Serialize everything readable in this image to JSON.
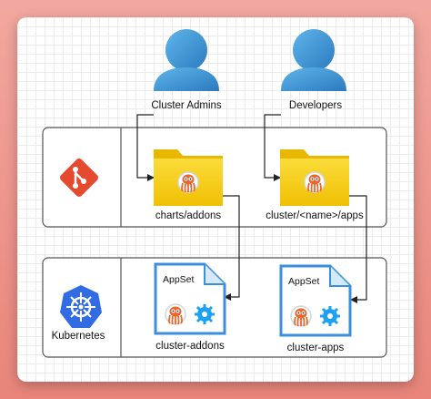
{
  "actors": {
    "admins": "Cluster Admins",
    "developers": "Developers"
  },
  "folders": {
    "addons": "charts/addons",
    "apps": "cluster/<name>/apps"
  },
  "appsets": {
    "badge": "AppSet",
    "addons": "cluster-addons",
    "apps": "cluster-apps"
  },
  "rows": {
    "kubernetes": "Kubernetes"
  },
  "colors": {
    "user": "#3a8fd0",
    "git": "#e64a2e",
    "folder": "#f7cf0f",
    "kubernetes": "#326ce5",
    "doc_border": "#3b8fdc",
    "argo_orange": "#e9662c"
  }
}
